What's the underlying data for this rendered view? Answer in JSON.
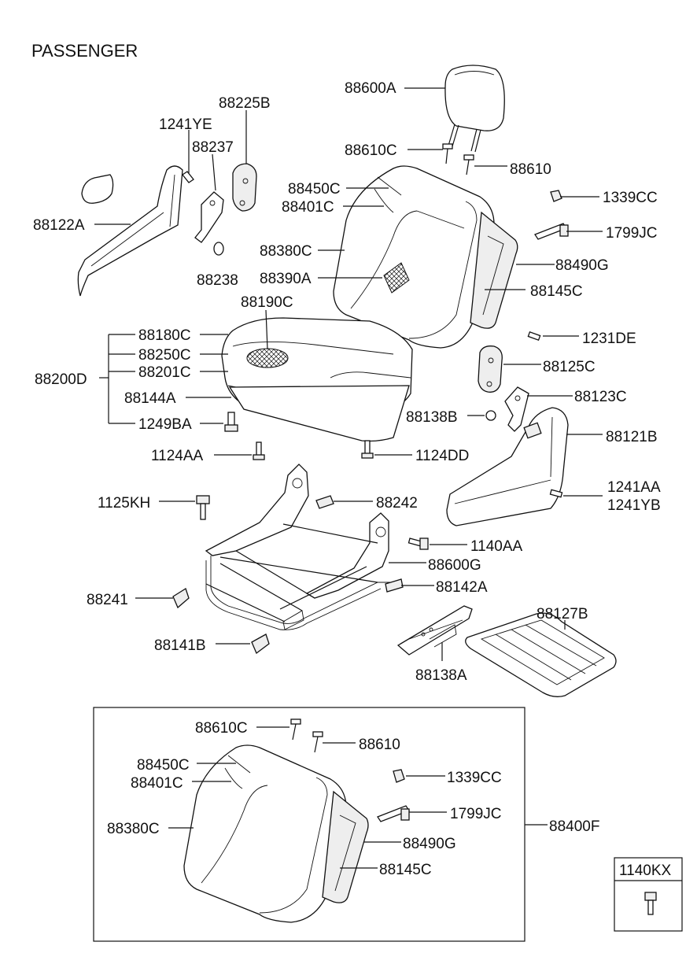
{
  "title": "PASSENGER",
  "labels": {
    "l88600A": "88600A",
    "l88225B": "88225B",
    "l1241YE": "1241YE",
    "l88237": "88237",
    "l88610C": "88610C",
    "l88610": "88610",
    "l88450C": "88450C",
    "l88401C": "88401C",
    "l1339CC": "1339CC",
    "l88122A": "88122A",
    "l1799JC": "1799JC",
    "l88380C": "88380C",
    "l88490G": "88490G",
    "l88238": "88238",
    "l88390A": "88390A",
    "l88145C": "88145C",
    "l88190C": "88190C",
    "l1231DE": "1231DE",
    "l88180C": "88180C",
    "l88250C": "88250C",
    "l88125C": "88125C",
    "l88201C": "88201C",
    "l88200D": "88200D",
    "l88123C": "88123C",
    "l88144A": "88144A",
    "l88138B": "88138B",
    "l1249BA": "1249BA",
    "l88121B": "88121B",
    "l1124AA": "1124AA",
    "l1124DD": "1124DD",
    "l1125KH": "1125KH",
    "l88242": "88242",
    "l1241AA": "1241AA",
    "l1241YB": "1241YB",
    "l1140AA": "1140AA",
    "l88600G": "88600G",
    "l88241": "88241",
    "l88142A": "88142A",
    "l88127B": "88127B",
    "l88141B": "88141B",
    "l88138A": "88138A",
    "b88610C": "88610C",
    "b88610": "88610",
    "b88450C": "88450C",
    "b1339CC": "1339CC",
    "b88401C": "88401C",
    "b1799JC": "1799JC",
    "b88380C": "88380C",
    "b88400F": "88400F",
    "b88490G": "88490G",
    "b88145C": "88145C",
    "l1140KX": "1140KX"
  }
}
